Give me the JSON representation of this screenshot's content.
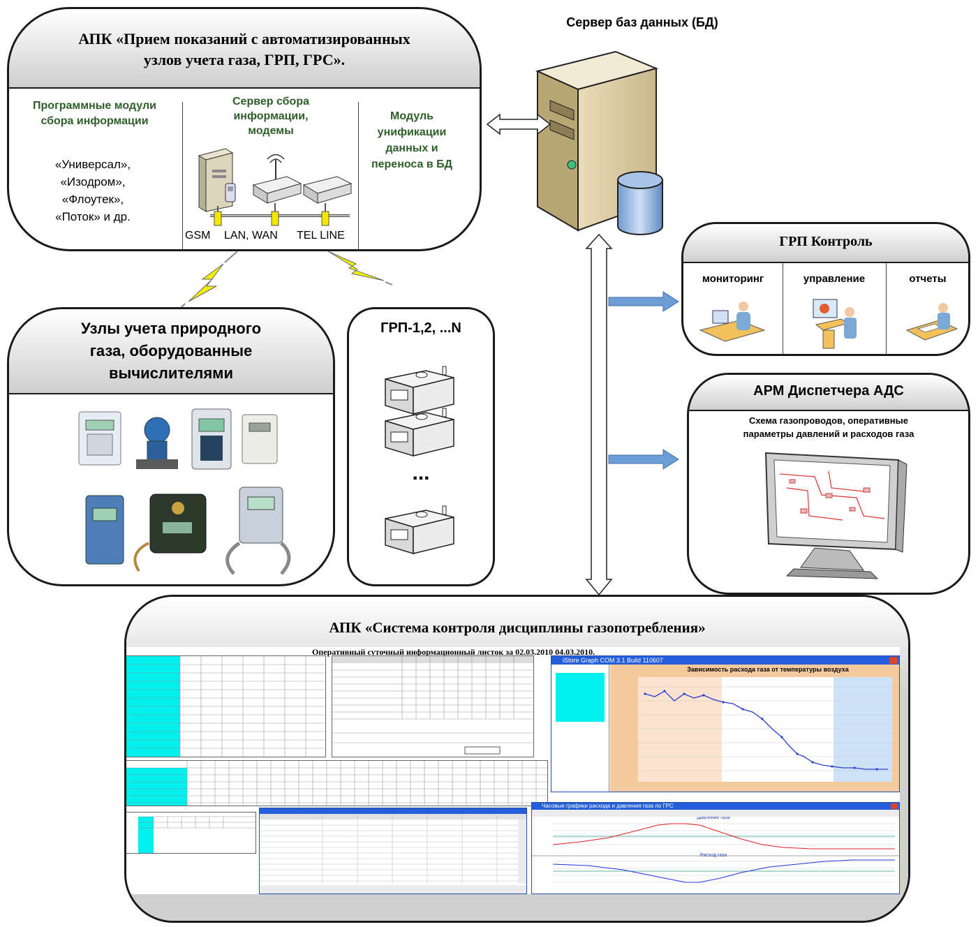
{
  "db_server": {
    "title": "Сервер баз данных (БД)"
  },
  "apk_top": {
    "title_line1": "АПК «Прием показаний с автоматизированных",
    "title_line2": "узлов учета газа, ГРП, ГРС».",
    "col1_heading_l1": "Программные модули",
    "col1_heading_l2": "сбора информации",
    "col1_items": [
      "«Универсал»,",
      "«Изодром»,",
      "«Флоутек»,",
      "«Поток» и др."
    ],
    "col2_heading_l1": "Сервер сбора",
    "col2_heading_l2": "информации,",
    "col2_heading_l3": "модемы",
    "channels": [
      "GSM",
      "LAN, WAN",
      "TEL LINE"
    ],
    "col3_heading_l1": "Модуль",
    "col3_heading_l2": "унификации",
    "col3_heading_l3": "данных и",
    "col3_heading_l4": "переноса в БД"
  },
  "meters": {
    "title_line1": "Узлы учета природного",
    "title_line2": "газа, оборудованные",
    "title_line3": "вычислителями"
  },
  "grp_list": {
    "title": "ГРП-1,2, ...N",
    "ellipsis": "..."
  },
  "grp_control": {
    "title": "ГРП Контроль",
    "columns": [
      "мониторинг",
      "управление",
      "отчеты"
    ]
  },
  "arm": {
    "title": "АРМ Диспетчера АДС",
    "subtitle_line1": "Схема газопроводов, оперативные",
    "subtitle_line2": "параметры давлений и расходов газа"
  },
  "apk_bottom": {
    "title": "АПК «Система контроля дисциплины газопотребления»",
    "sheet_title": "Оперативный суточный информационный листок за 02.03.2010    04.03.2010.",
    "chart_window_title": "iStore Graph COM 3.1 Build 110607",
    "chart_heading": "Зависимость расхода газа от температуры воздуха",
    "pressure_window_title": "Часовые графики расхода и давления газа по ГРС",
    "pressure_chart_heading": "Давление газа",
    "flow_chart_heading": "Расход газа"
  },
  "colors": {
    "panel_gradient_dark": "#cfcfcf",
    "green_heading": "#2e5e2a",
    "arrow_blue": "#6d9ed6",
    "lightning": "#f2f200",
    "window_blue": "#245edb",
    "cyan_cells": "#00f0f0"
  }
}
